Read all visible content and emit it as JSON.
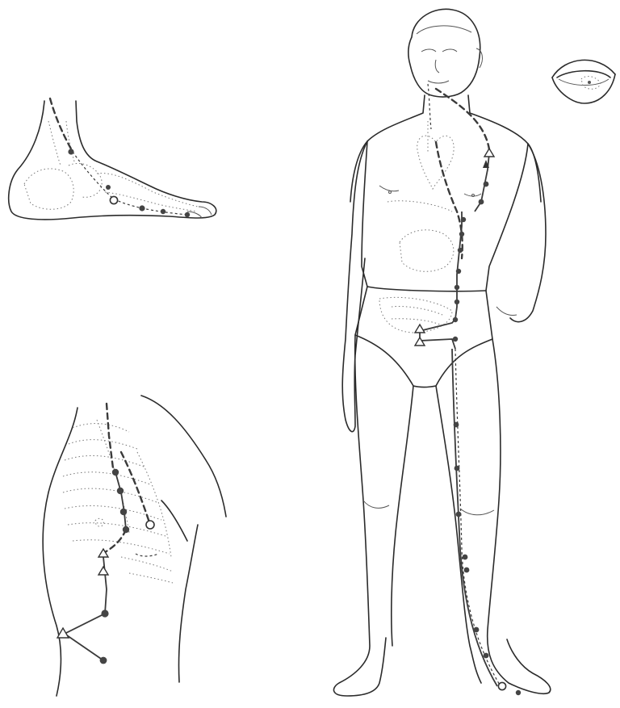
{
  "figure": {
    "colors": {
      "line": "#2b2b2b",
      "meridian": "#3a3a3a",
      "point": "#444444",
      "background": "#ffffff"
    },
    "panels": [
      "foot-inset",
      "trunk-side-inset",
      "standing-figure",
      "mouth-inset"
    ],
    "markers": [
      "filled-circle",
      "hollow-circle",
      "triangle",
      "arrow"
    ]
  }
}
